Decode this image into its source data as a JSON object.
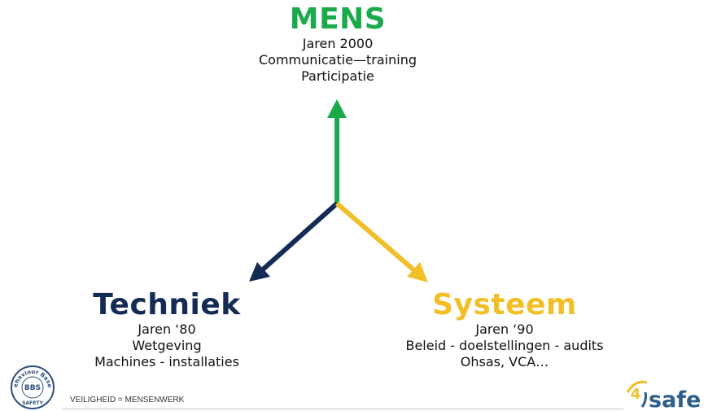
{
  "mens": {
    "title": "MENS",
    "lines": [
      "Jaren 2000",
      "Communicatie—training",
      "Participatie"
    ],
    "color": "#1aaa4b"
  },
  "techniek": {
    "title": "Techniek",
    "lines": [
      "Jaren ‘80",
      "Wetgeving",
      "Machines - installaties"
    ],
    "color": "#142c55"
  },
  "systeem": {
    "title": "Systeem",
    "lines": [
      "Jaren ‘90",
      "Beleid - doelstellingen - audits",
      "Ohsas, VCA…"
    ],
    "color": "#f2bf29"
  },
  "footer": {
    "text": "VEILIGHEID = MENSENWERK"
  },
  "badge": {
    "arc_text": "Behaviour Based",
    "center_text": "BBS",
    "bottom_text": "SAFETY",
    "color": "#2d4f7c"
  },
  "logo": {
    "number": "4",
    "word": "safe",
    "number_color": "#f2bf29",
    "word_color": "#2d5f8a"
  }
}
